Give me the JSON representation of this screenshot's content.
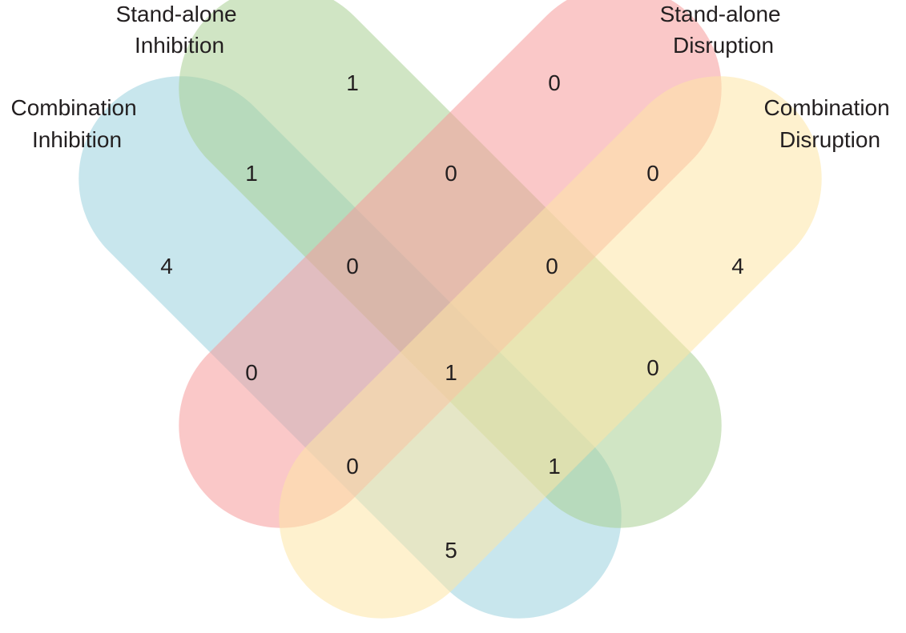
{
  "sets": [
    {
      "id": "combination-inhibition",
      "label_lines": [
        "Combination",
        "Inhibition"
      ],
      "color": "#9ad1df"
    },
    {
      "id": "standalone-inhibition",
      "label_lines": [
        "Stand-alone",
        "Inhibition"
      ],
      "color": "#a9cf94"
    },
    {
      "id": "standalone-disruption",
      "label_lines": [
        "Stand-alone",
        "Disruption"
      ],
      "color": "#f59a9a"
    },
    {
      "id": "combination-disruption",
      "label_lines": [
        "Combination",
        "Disruption"
      ],
      "color": "#fde6a6"
    }
  ],
  "regions": [
    {
      "id": "only-standalone-inhibition",
      "sets": [
        "standalone-inhibition"
      ],
      "count": "1"
    },
    {
      "id": "only-standalone-disruption",
      "sets": [
        "standalone-disruption"
      ],
      "count": "0"
    },
    {
      "id": "only-combination-inhibition",
      "sets": [
        "combination-inhibition"
      ],
      "count": "4"
    },
    {
      "id": "only-combination-disruption",
      "sets": [
        "combination-disruption"
      ],
      "count": "4"
    },
    {
      "id": "ci-si",
      "sets": [
        "combination-inhibition",
        "standalone-inhibition"
      ],
      "count": "1"
    },
    {
      "id": "si-sd",
      "sets": [
        "standalone-inhibition",
        "standalone-disruption"
      ],
      "count": "0"
    },
    {
      "id": "sd-cd",
      "sets": [
        "standalone-disruption",
        "combination-disruption"
      ],
      "count": "0"
    },
    {
      "id": "ci-si-sd",
      "sets": [
        "combination-inhibition",
        "standalone-inhibition",
        "standalone-disruption"
      ],
      "count": "0"
    },
    {
      "id": "si-sd-cd",
      "sets": [
        "standalone-inhibition",
        "standalone-disruption",
        "combination-disruption"
      ],
      "count": "0"
    },
    {
      "id": "ci-sd",
      "sets": [
        "combination-inhibition",
        "standalone-disruption"
      ],
      "count": "0"
    },
    {
      "id": "all-four",
      "sets": [
        "combination-inhibition",
        "standalone-inhibition",
        "standalone-disruption",
        "combination-disruption"
      ],
      "count": "1"
    },
    {
      "id": "si-cd",
      "sets": [
        "standalone-inhibition",
        "combination-disruption"
      ],
      "count": "0"
    },
    {
      "id": "ci-sd-cd",
      "sets": [
        "combination-inhibition",
        "standalone-disruption",
        "combination-disruption"
      ],
      "count": "0"
    },
    {
      "id": "ci-si-cd",
      "sets": [
        "combination-inhibition",
        "standalone-inhibition",
        "combination-disruption"
      ],
      "count": "1"
    },
    {
      "id": "ci-cd",
      "sets": [
        "combination-inhibition",
        "combination-disruption"
      ],
      "count": "5"
    }
  ]
}
